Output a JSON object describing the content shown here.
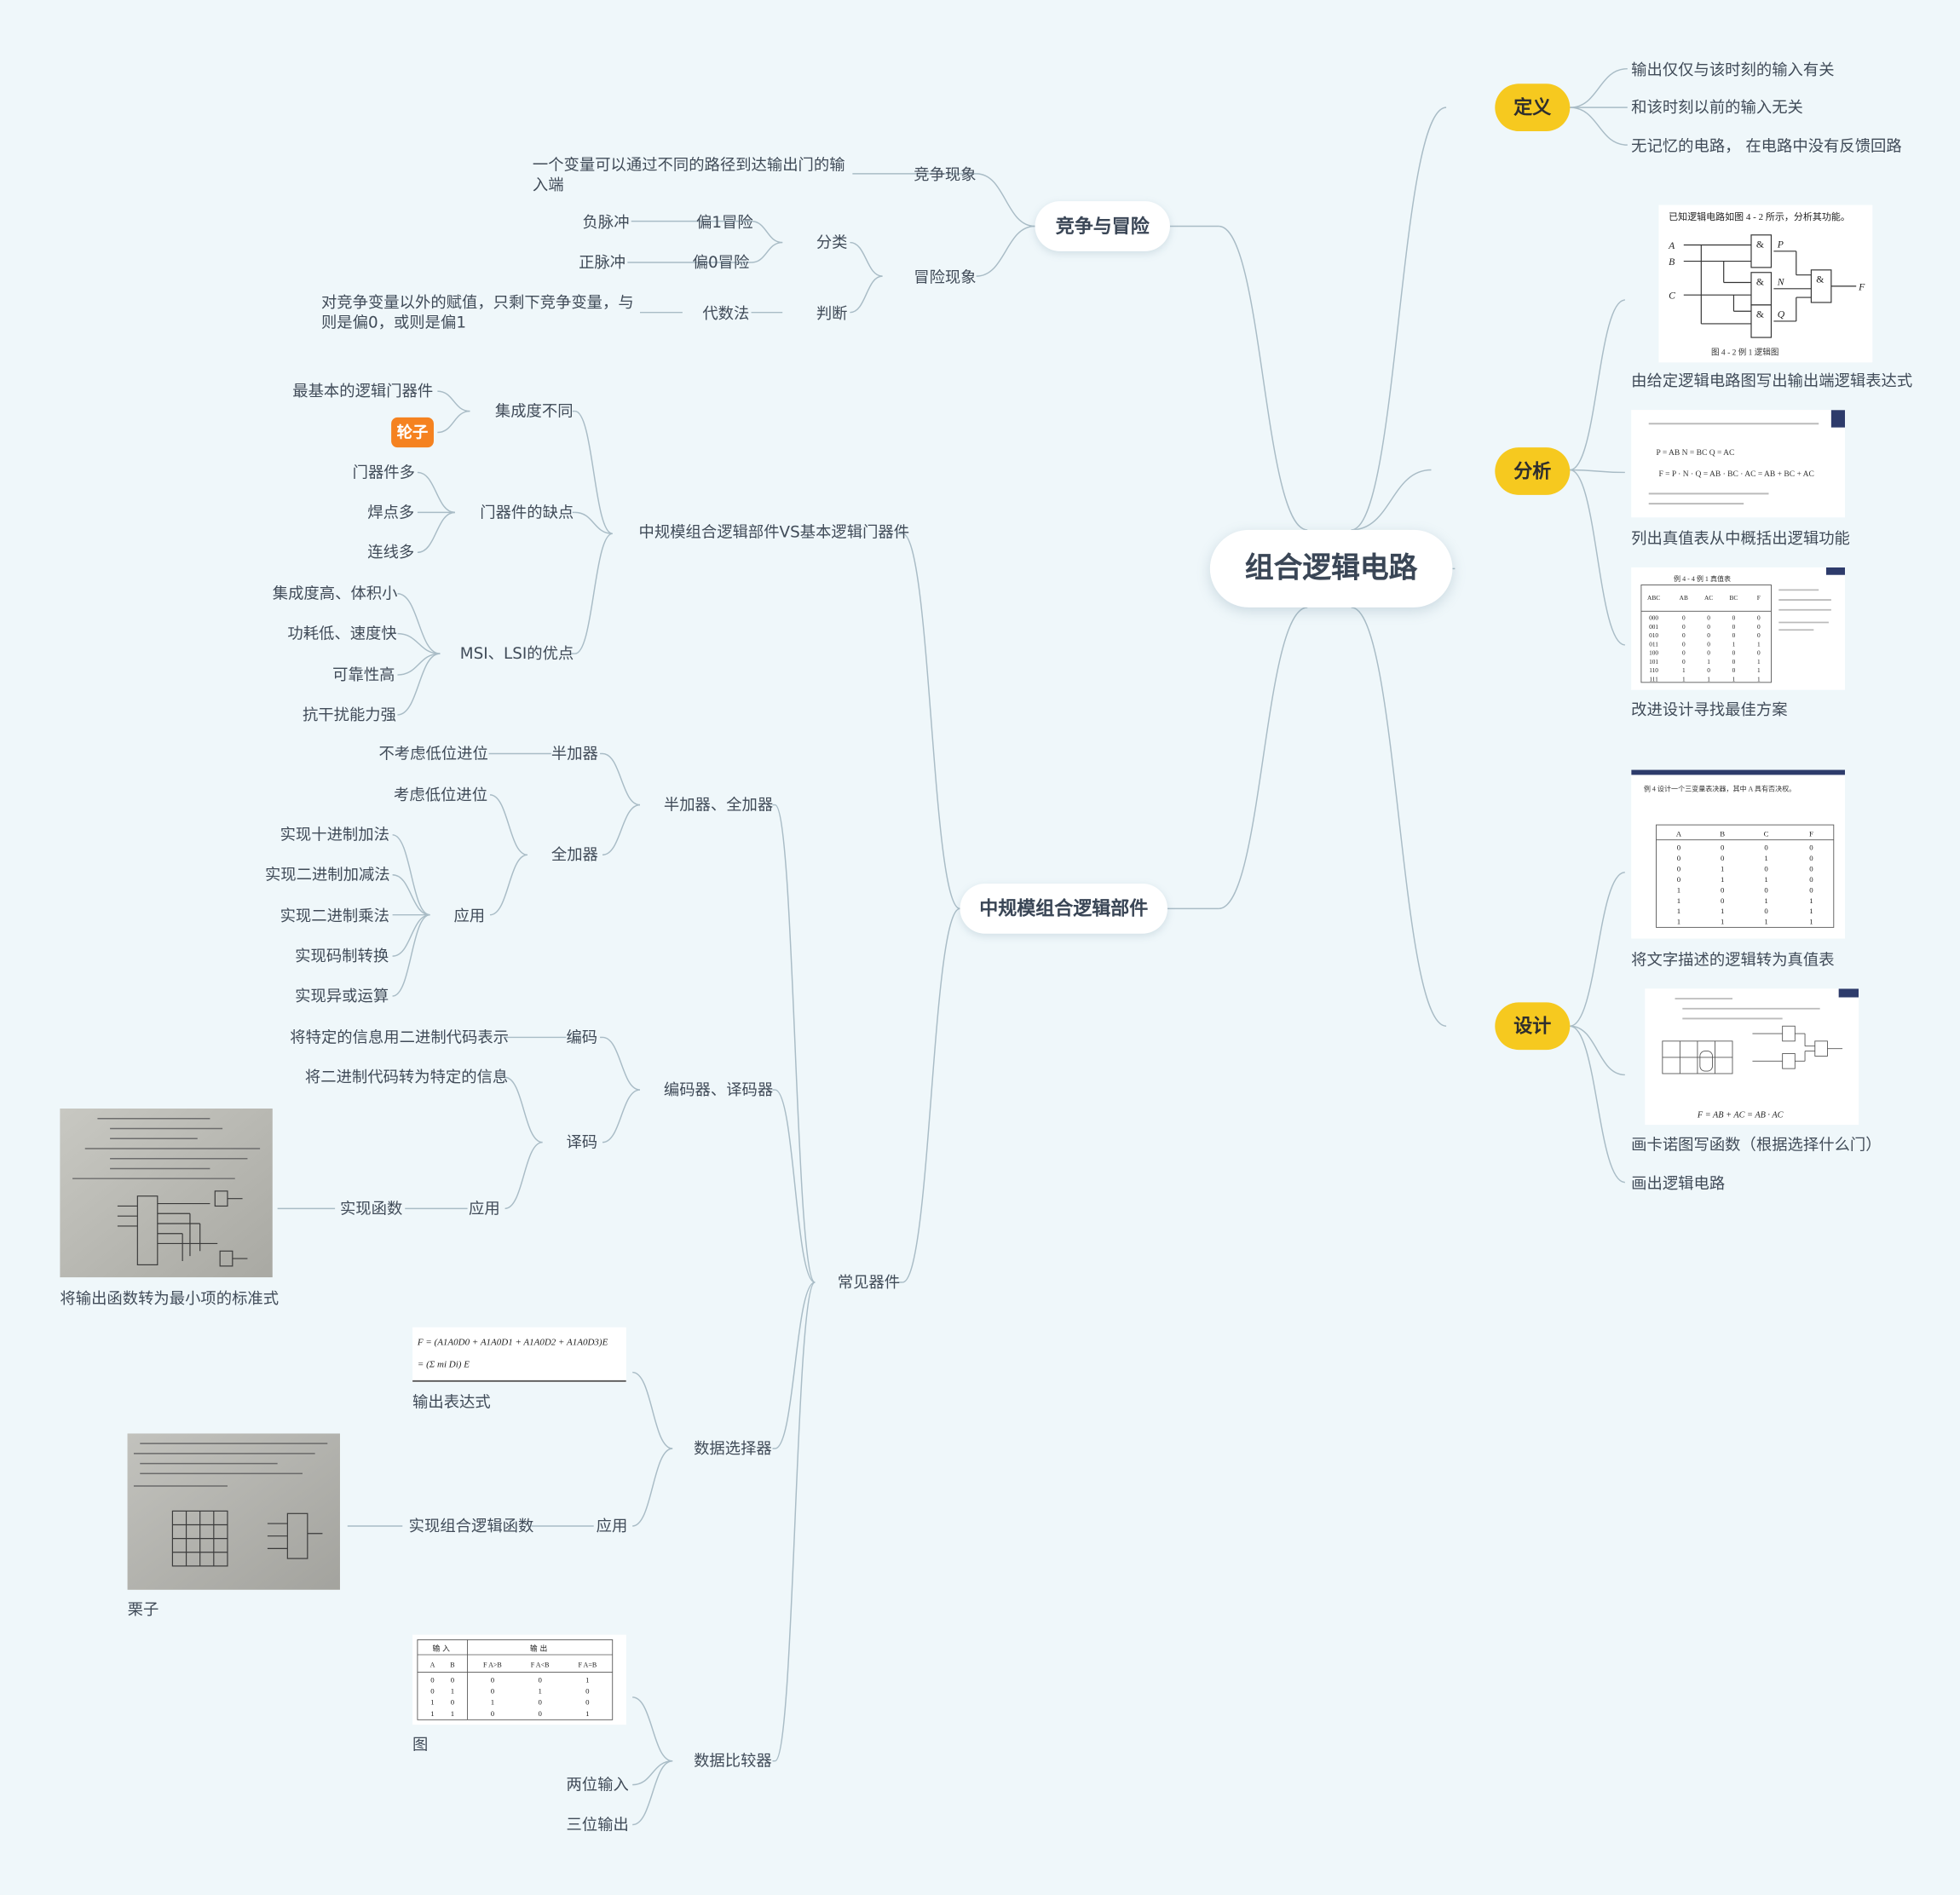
{
  "root": "组合逻辑电路",
  "right": {
    "definition": {
      "label": "定义",
      "items": [
        "输出仅仅与该时刻的输入有关",
        "和该时刻以前的输入无关",
        "无记忆的电路， 在电路中没有反馈回路"
      ]
    },
    "analysis": {
      "label": "分析",
      "items": [
        "由给定逻辑电路图写出输出端逻辑表达式",
        "列出真值表从中概括出逻辑功能",
        "改进设计寻找最佳方案"
      ]
    },
    "design": {
      "label": "设计",
      "items": [
        "将文字描述的逻辑转为真值表",
        "画卡诺图写函数（根据选择什么门）",
        "画出逻辑电路"
      ]
    }
  },
  "race": {
    "label": "竞争与冒险",
    "phenomenon": "竞争现象",
    "phenomenon_desc": "一个变量可以通过不同的路径到达输出门的输入端",
    "hazard": "冒险现象",
    "classify": "分类",
    "bias1": "偏1冒险",
    "neg_pulse": "负脉冲",
    "bias0": "偏0冒险",
    "pos_pulse": "正脉冲",
    "judge": "判断",
    "algebra": "代数法",
    "algebra_desc": "对竞争变量以外的赋值，只剩下竞争变量，与则是偏0，或则是偏1"
  },
  "msi": {
    "label": "中规模组合逻辑部件",
    "vs": {
      "label": "中规模组合逻辑部件VS基本逻辑门器件",
      "integration": "集成度不同",
      "basic_gate": "最基本的逻辑门器件",
      "wheel_tag": "轮子",
      "drawbacks": "门器件的缺点",
      "drawback_items": [
        "门器件多",
        "焊点多",
        "连线多"
      ],
      "advantages": "MSI、LSI的优点",
      "advantage_items": [
        "集成度高、体积小",
        "功耗低、速度快",
        "可靠性高",
        "抗干扰能力强"
      ]
    },
    "common": {
      "label": "常见器件",
      "adder": {
        "label": "半加器、全加器",
        "half": "半加器",
        "half_desc": "不考虑低位进位",
        "full": "全加器",
        "full_desc": "考虑低位进位",
        "apply": "应用",
        "apply_items": [
          "实现十进制加法",
          "实现二进制加减法",
          "实现二进制乘法",
          "实现码制转换",
          "实现异或运算"
        ]
      },
      "codec": {
        "label": "编码器、译码器",
        "encoder": "编码",
        "encoder_desc": "将特定的信息用二进制代码表示",
        "decoder": "译码",
        "decoder_desc": "将二进制代码转为特定的信息",
        "apply": "应用",
        "apply_item": "实现函数",
        "apply_caption": "将输出函数转为最小项的标准式"
      },
      "mux": {
        "label": "数据选择器",
        "expr_caption": "输出表达式",
        "apply": "应用",
        "apply_item": "实现组合逻辑函数",
        "photo_caption": "栗子"
      },
      "comparator": {
        "label": "数据比较器",
        "img_caption": "图",
        "items": [
          "两位输入",
          "三位输出"
        ]
      }
    }
  },
  "images": {
    "logic_title": "已知逻辑电路如图 4 - 2 所示，分析其功能。",
    "logic_caption": "图 4 - 2  例 1 逻辑图",
    "logic_inputs": [
      "A",
      "B",
      "C"
    ],
    "logic_outputs": [
      "P",
      "N",
      "Q",
      "F"
    ],
    "and_symbol": "&",
    "expr_lines": [
      "P = AB    N = BC    Q = AC",
      "F = P · N · Q = AB · BC · AC = AB + BC + AC"
    ],
    "truth_title": "例 4 - 4  例 1 真值表",
    "truth_headers": [
      "ABC",
      "AB",
      "AC",
      "BC",
      "F"
    ],
    "truth_rows": [
      [
        "000",
        "0",
        "0",
        "0",
        "0"
      ],
      [
        "001",
        "0",
        "0",
        "0",
        "0"
      ],
      [
        "010",
        "0",
        "0",
        "0",
        "0"
      ],
      [
        "011",
        "0",
        "0",
        "1",
        "1"
      ],
      [
        "100",
        "0",
        "0",
        "0",
        "0"
      ],
      [
        "101",
        "0",
        "1",
        "0",
        "1"
      ],
      [
        "110",
        "1",
        "0",
        "0",
        "1"
      ],
      [
        "111",
        "1",
        "1",
        "1",
        "1"
      ]
    ],
    "design_title": "例 4  设计一个三变量表决器，其中 A 具有否决权。",
    "design_headers": [
      "A",
      "B",
      "C",
      "F"
    ],
    "design_rows": [
      [
        "0",
        "0",
        "0",
        "0"
      ],
      [
        "0",
        "0",
        "1",
        "0"
      ],
      [
        "0",
        "1",
        "0",
        "0"
      ],
      [
        "0",
        "1",
        "1",
        "0"
      ],
      [
        "1",
        "0",
        "0",
        "0"
      ],
      [
        "1",
        "0",
        "1",
        "1"
      ],
      [
        "1",
        "1",
        "0",
        "1"
      ],
      [
        "1",
        "1",
        "1",
        "1"
      ]
    ],
    "kmap_formula": "F = AB + AC = AB · AC",
    "mux_formula_1": "F = (A1A0D0 + A1A0D1 + A1A0D2 + A1A0D3)E",
    "mux_formula_2": "= (Σ mi Di) E",
    "cmp_headers_top": [
      "输 入",
      "输 出"
    ],
    "cmp_headers": [
      "A",
      "B",
      "F A>B",
      "F A<B",
      "F A=B"
    ],
    "cmp_rows": [
      [
        "0",
        "0",
        "0",
        "0",
        "1"
      ],
      [
        "0",
        "1",
        "0",
        "1",
        "0"
      ],
      [
        "1",
        "0",
        "1",
        "0",
        "0"
      ],
      [
        "1",
        "1",
        "0",
        "0",
        "1"
      ]
    ]
  },
  "colors": {
    "link": "#a9bcc6",
    "highlight": "#f6c91f",
    "tag": "#f58220",
    "background": "#eff7fa"
  }
}
